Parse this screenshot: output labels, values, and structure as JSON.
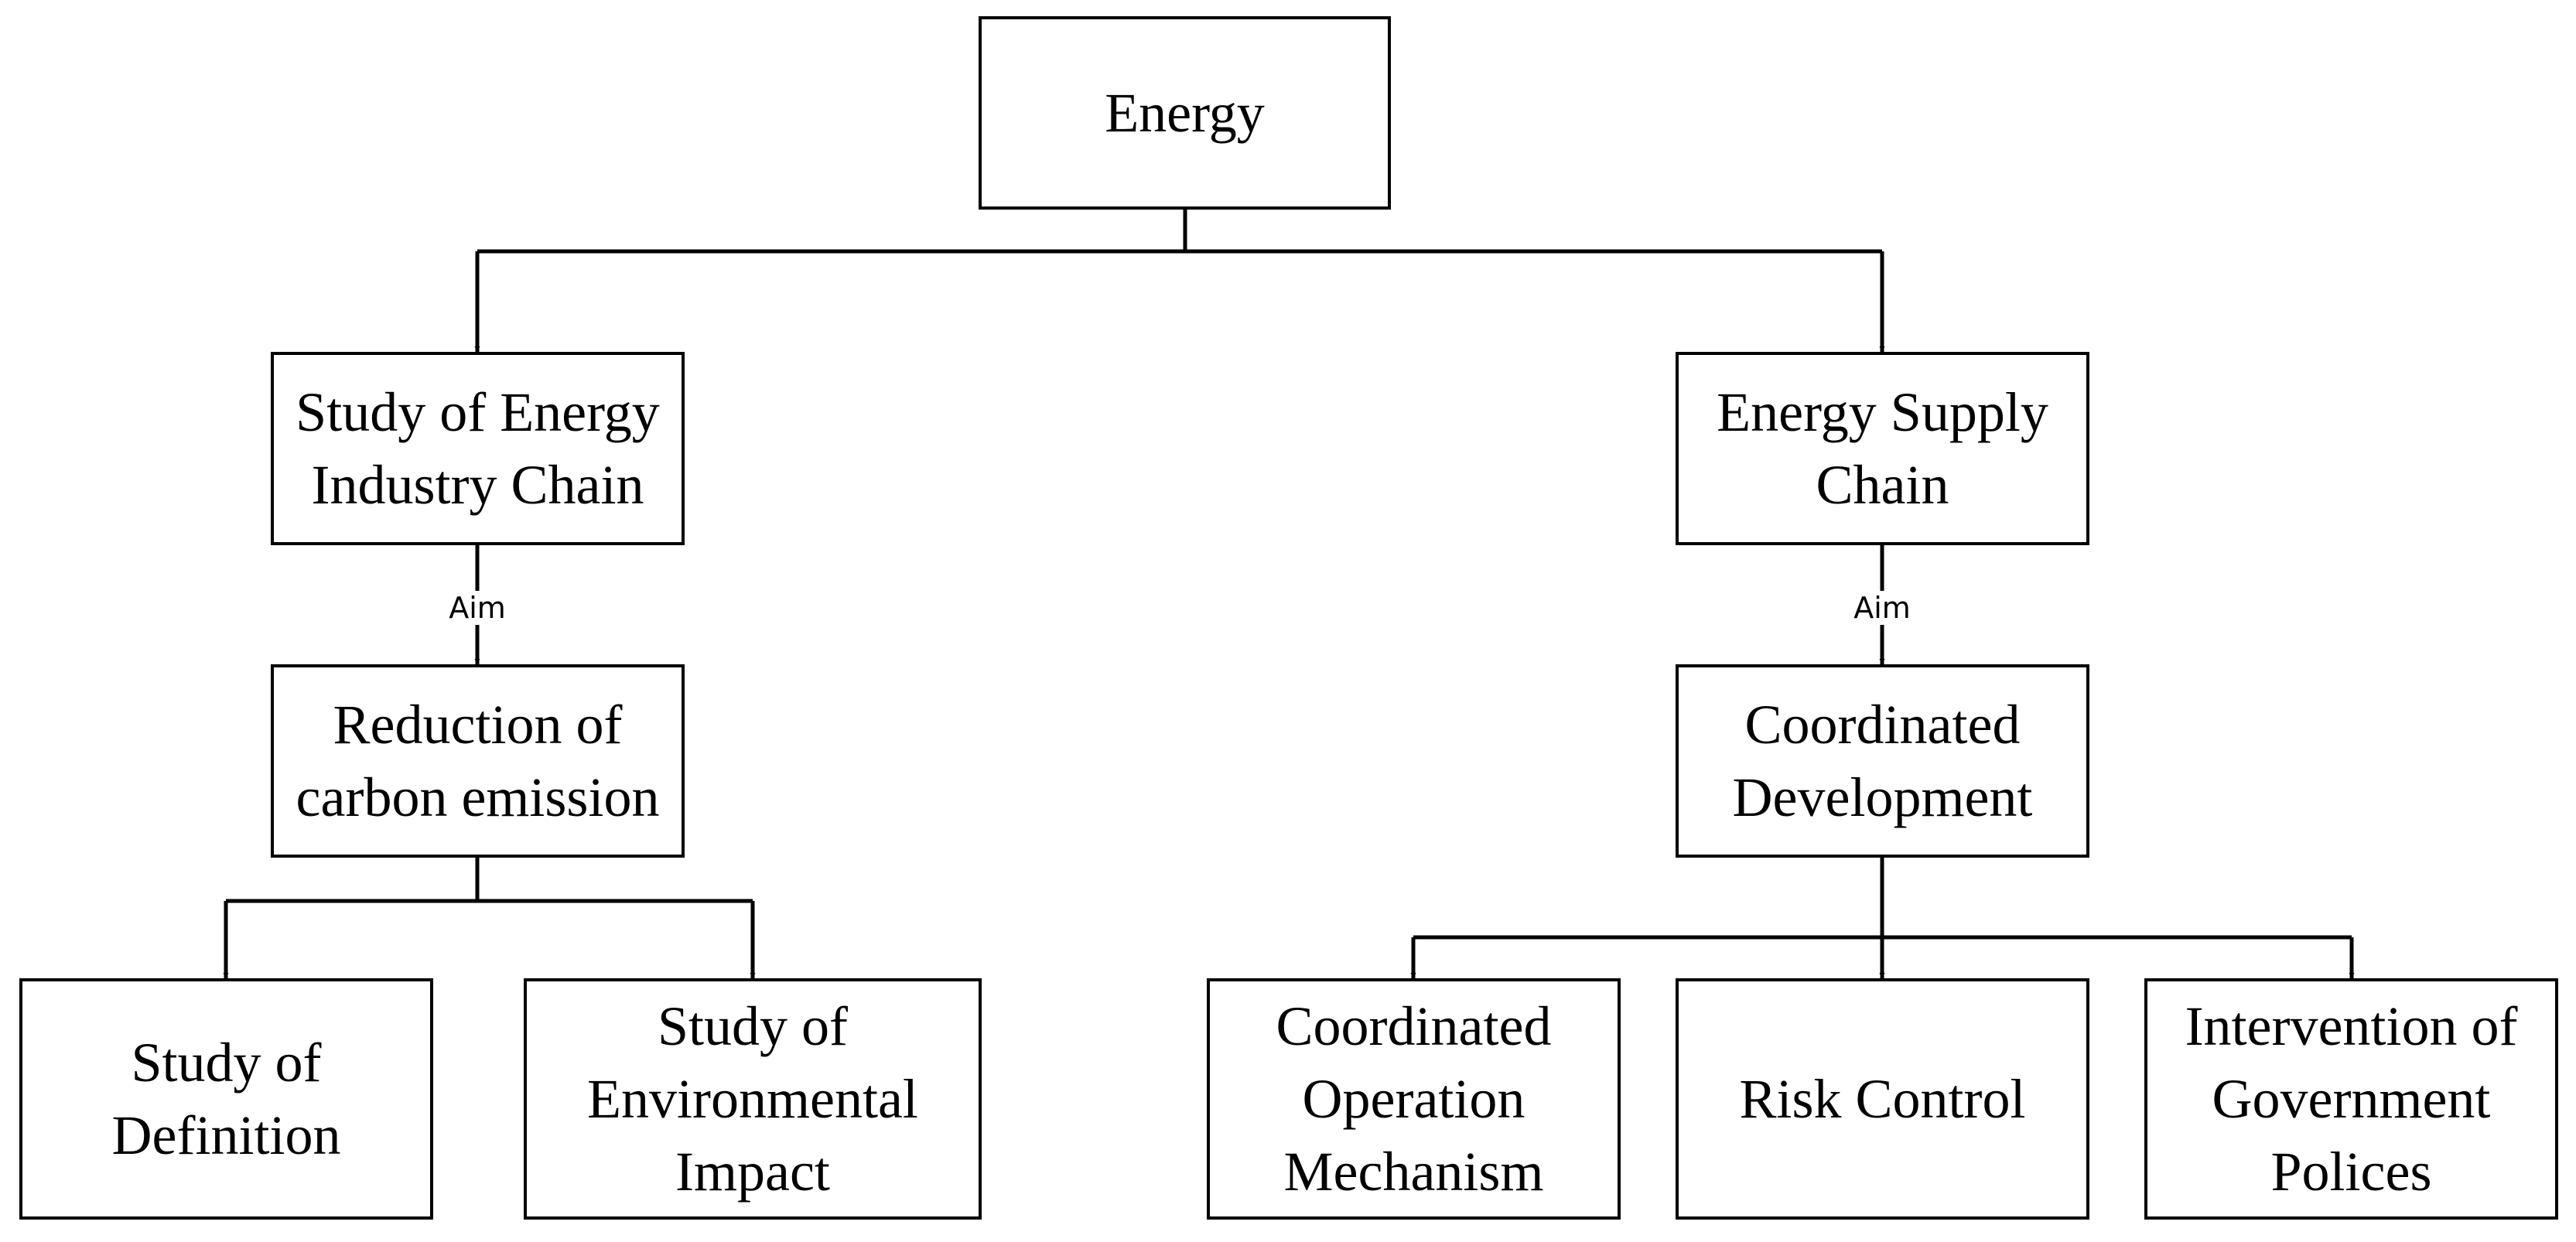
{
  "nodes": {
    "energy": {
      "text": "Energy"
    },
    "industry_chain": {
      "text": "Study of Energy\nIndustry Chain"
    },
    "supply_chain": {
      "text": "Energy Supply\nChain"
    },
    "carbon": {
      "text": "Reduction of\ncarbon emission"
    },
    "coordinated_dev": {
      "text": "Coordinated\nDevelopment"
    },
    "definition": {
      "text": "Study of\nDefinition"
    },
    "environmental": {
      "text": "Study of\nEnvironmental\nImpact"
    },
    "operation": {
      "text": "Coordinated\nOperation\nMechanism"
    },
    "risk": {
      "text": "Risk Control"
    },
    "government": {
      "text": "Intervention of\nGovernment\nPolices"
    }
  },
  "edge_labels": {
    "left_aim": "Aim",
    "right_aim": "Aim"
  },
  "colors": {
    "stroke": "#000000",
    "fill": "#ffffff"
  }
}
